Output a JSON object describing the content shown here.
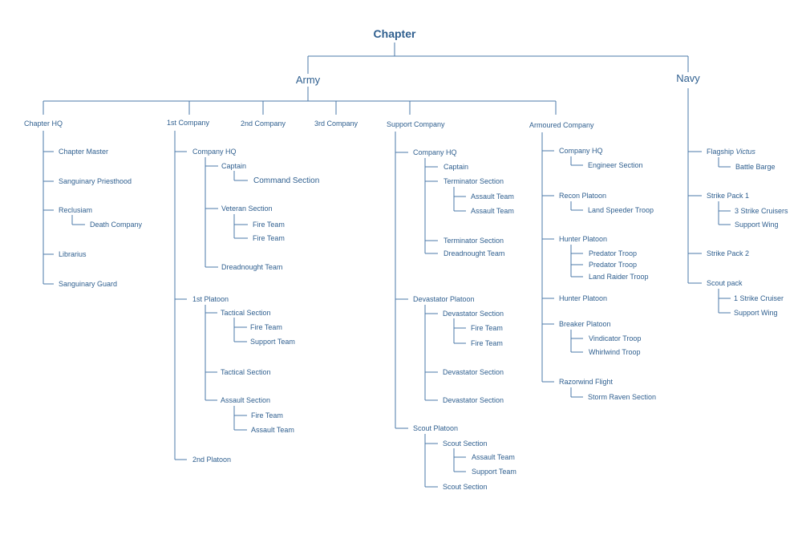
{
  "root": {
    "label": "Chapter",
    "children": [
      {
        "label": "Army",
        "children": [
          {
            "label": "Chapter HQ",
            "children": [
              {
                "label": "Chapter Master"
              },
              {
                "label": "Sanguinary Priesthood"
              },
              {
                "label": "Reclusiam",
                "children": [
                  {
                    "label": "Death Company"
                  }
                ]
              },
              {
                "label": "Librarius"
              },
              {
                "label": "Sanguinary Guard"
              }
            ]
          },
          {
            "label": "1st Company",
            "children": [
              {
                "label": "Company HQ",
                "children": [
                  {
                    "label": "Captain",
                    "children": [
                      {
                        "label": "Command Section"
                      }
                    ]
                  },
                  {
                    "label": "Veteran Section",
                    "children": [
                      {
                        "label": "Fire Team"
                      },
                      {
                        "label": "Fire Team"
                      }
                    ]
                  },
                  {
                    "label": "Dreadnought Team"
                  }
                ]
              },
              {
                "label": "1st Platoon",
                "children": [
                  {
                    "label": "Tactical Section",
                    "children": [
                      {
                        "label": "Fire Team"
                      },
                      {
                        "label": "Support Team"
                      }
                    ]
                  },
                  {
                    "label": "Tactical Section"
                  },
                  {
                    "label": "Assault Section",
                    "children": [
                      {
                        "label": "Fire Team"
                      },
                      {
                        "label": "Assault Team"
                      }
                    ]
                  }
                ]
              },
              {
                "label": "2nd Platoon"
              }
            ]
          },
          {
            "label": "2nd Company"
          },
          {
            "label": "3rd Company"
          },
          {
            "label": "Support Company",
            "children": [
              {
                "label": "Company HQ",
                "children": [
                  {
                    "label": "Captain"
                  },
                  {
                    "label": "Terminator Section",
                    "children": [
                      {
                        "label": "Assault Team"
                      },
                      {
                        "label": "Assault Team"
                      }
                    ]
                  },
                  {
                    "label": "Terminator Section"
                  },
                  {
                    "label": "Dreadnought Team"
                  }
                ]
              },
              {
                "label": "Devastator Platoon",
                "children": [
                  {
                    "label": "Devastator Section",
                    "children": [
                      {
                        "label": "Fire Team"
                      },
                      {
                        "label": "Fire Team"
                      }
                    ]
                  },
                  {
                    "label": "Devastator Section"
                  },
                  {
                    "label": "Devastator Section"
                  }
                ]
              },
              {
                "label": "Scout Platoon",
                "children": [
                  {
                    "label": "Scout Section",
                    "children": [
                      {
                        "label": "Assault Team"
                      },
                      {
                        "label": "Support Team"
                      }
                    ]
                  },
                  {
                    "label": "Scout Section"
                  }
                ]
              }
            ]
          },
          {
            "label": "Armoured Company",
            "children": [
              {
                "label": "Company HQ",
                "children": [
                  {
                    "label": "Engineer Section"
                  }
                ]
              },
              {
                "label": "Recon Platoon",
                "children": [
                  {
                    "label": "Land Speeder Troop"
                  }
                ]
              },
              {
                "label": "Hunter Platoon",
                "children": [
                  {
                    "label": "Predator Troop"
                  },
                  {
                    "label": "Predator Troop"
                  },
                  {
                    "label": "Land Raider Troop"
                  }
                ]
              },
              {
                "label": "Hunter Platoon"
              },
              {
                "label": "Breaker Platoon",
                "children": [
                  {
                    "label": "Vindicator Troop"
                  },
                  {
                    "label": "Whirlwind Troop"
                  }
                ]
              },
              {
                "label": "Razorwind Flight",
                "children": [
                  {
                    "label": "Storm Raven Section"
                  }
                ]
              }
            ]
          }
        ]
      },
      {
        "label": "Navy",
        "children": [
          {
            "label": "Flagship",
            "italic_suffix": "Victus",
            "children": [
              {
                "label": "Battle Barge"
              }
            ]
          },
          {
            "label": "Strike Pack 1",
            "children": [
              {
                "label": "3 Strike Cruisers"
              },
              {
                "label": "Support Wing"
              }
            ]
          },
          {
            "label": "Strike Pack 2"
          },
          {
            "label": "Scout pack",
            "children": [
              {
                "label": "1 Strike Cruiser"
              },
              {
                "label": "Support Wing"
              }
            ]
          }
        ]
      }
    ]
  },
  "colors": {
    "line": "#4b79a8",
    "text": "#2f5f8f",
    "title": "#1f4e79"
  }
}
